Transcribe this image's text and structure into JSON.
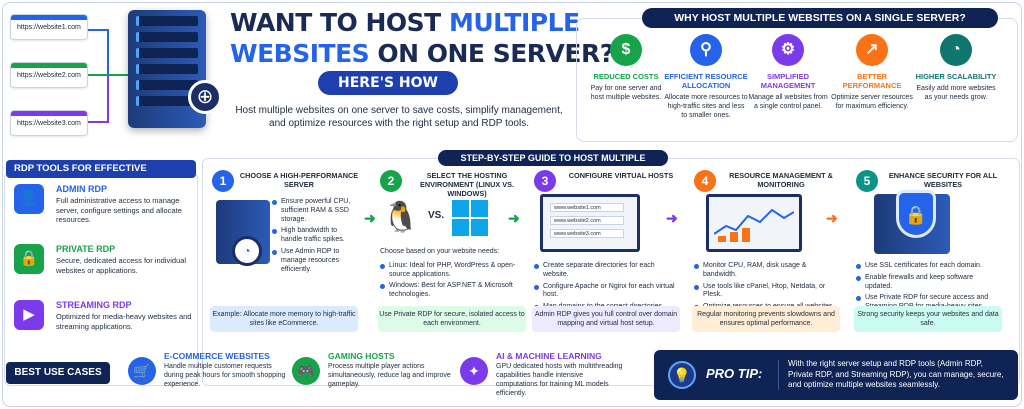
{
  "header": {
    "sites": [
      "https://website1.com",
      "https://website2.com",
      "https://website3.com"
    ],
    "title_line1_pre": "WANT TO HOST ",
    "title_line1_hl": "MULTIPLE",
    "title_line2_hl": "WEBSITES",
    "title_line2_post": " ON ONE SERVER?",
    "cta": "HERE'S HOW",
    "intro": "Host multiple websites on one server to save costs, simplify management, and optimize resources with the right setup and RDP tools."
  },
  "why": {
    "title": "WHY HOST MULTIPLE WEBSITES ON A SINGLE SERVER?",
    "items": [
      {
        "heading": "REDUCED COSTS",
        "text": "Pay for one server and host multiple websites.",
        "color": "#16a34a",
        "icon": "dollar-icon",
        "glyph": "$"
      },
      {
        "heading": "EFFICIENT RESOURCE ALLOCATION",
        "text": "Allocate more resources to high-traffic sites and less to smaller ones.",
        "color": "#2563eb",
        "icon": "network-icon",
        "glyph": "⚲"
      },
      {
        "heading": "SIMPLIFIED MANAGEMENT",
        "text": "Manage all websites from a single control panel.",
        "color": "#7c3aed",
        "icon": "gear-icon",
        "glyph": "⚙"
      },
      {
        "heading": "BETTER PERFORMANCE",
        "text": "Optimize server resources for maximum efficiency.",
        "color": "#f97316",
        "icon": "chart-up-icon",
        "glyph": "↗"
      },
      {
        "heading": "HIGHER SCALABILITY",
        "text": "Easily add more websites as your needs grow.",
        "color": "#0f766e",
        "icon": "gauge-icon",
        "glyph": "◔"
      }
    ]
  },
  "rdp": {
    "title": "RDP TOOLS FOR EFFECTIVE MANAGEMENT",
    "items": [
      {
        "heading": "ADMIN RDP",
        "text": "Full administrative access to manage server, configure settings and allocate resources.",
        "color": "#2563eb",
        "icon": "admin-user-icon",
        "glyph": "👤"
      },
      {
        "heading": "PRIVATE RDP",
        "text": "Secure, dedicated access for individual websites or applications.",
        "color": "#16a34a",
        "icon": "private-user-lock-icon",
        "glyph": "🔒"
      },
      {
        "heading": "STREAMING RDP",
        "text": "Optimized for media-heavy websites and streaming applications.",
        "color": "#7c3aed",
        "icon": "play-icon",
        "glyph": "▶"
      }
    ]
  },
  "steps": {
    "title": "STEP-BY-STEP GUIDE TO HOST MULTIPLE WEBSITES",
    "items": [
      {
        "num": "1",
        "title": "CHOOSE A HIGH-PERFORMANCE SERVER",
        "color": "#2563eb",
        "bullets": [
          "Ensure powerful CPU, sufficient RAM & SSD storage.",
          "High bandwidth to handle traffic spikes.",
          "Use Admin RDP to manage resources efficiently."
        ],
        "note": "Example: Allocate more memory to high-traffic sites like eCommerce.",
        "note_bg": "#dbeafe"
      },
      {
        "num": "2",
        "title": "SELECT THE HOSTING ENVIRONMENT (LINUX VS. WINDOWS)",
        "color": "#16a34a",
        "vs": "VS.",
        "lead": "Choose based on your website needs:",
        "bullets": [
          "Linux: Ideal for PHP, WordPress & open-source applications.",
          "Windows: Best for ASP.NET & Microsoft technologies."
        ],
        "note": "Use Private RDP for secure, isolated access to each environment.",
        "note_bg": "#dcfce7"
      },
      {
        "num": "3",
        "title": "CONFIGURE VIRTUAL HOSTS",
        "color": "#7c3aed",
        "sites": [
          "www.website1.com",
          "www.website2.com",
          "www.website3.com"
        ],
        "bullets": [
          "Create separate directories for each website.",
          "Configure Apache or Nginx for each virtual host.",
          "Map domains to the correct directories using DNS settings."
        ],
        "note": "Admin RDP gives you full control over domain mapping and virtual host setup.",
        "note_bg": "#ede9fe"
      },
      {
        "num": "4",
        "title": "RESOURCE MANAGEMENT & MONITORING",
        "color": "#f97316",
        "bullets": [
          "Monitor CPU, RAM, disk usage & bandwidth.",
          "Use tools like cPanel, Htop, Netdata, or Plesk.",
          "Optimize resources to ensure all websites run smoothly."
        ],
        "note": "Regular monitoring prevents slowdowns and ensures optimal performance.",
        "note_bg": "#ffedd5"
      },
      {
        "num": "5",
        "title": "ENHANCE SECURITY FOR ALL WEBSITES",
        "color": "#0d9488",
        "bullets": [
          "Use SSL certificates for each domain.",
          "Enable firewalls and keep software updated.",
          "Use Private RDP for secure access and Streaming RDP for media-heavy sites."
        ],
        "note": "Strong security keeps your websites and data safe.",
        "note_bg": "#ccfbf1"
      }
    ]
  },
  "use_cases": {
    "label": "BEST USE CASES",
    "items": [
      {
        "heading": "E-COMMERCE WEBSITES",
        "text": "Handle multiple customer requests during peak hours for smooth shopping experience.",
        "color": "#2563eb",
        "icon": "cart-icon",
        "glyph": "🛒"
      },
      {
        "heading": "GAMING HOSTS",
        "text": "Process multiple player actions simultaneously, reduce lag and improve gameplay.",
        "color": "#16a34a",
        "icon": "gamepad-icon",
        "glyph": "🎮"
      },
      {
        "heading": "AI & MACHINE LEARNING",
        "text": "GPU dedicated hosts with multithreading capabilities handle intensive computations for training ML models efficiently.",
        "color": "#7c3aed",
        "icon": "ai-brain-icon",
        "glyph": "✦"
      }
    ]
  },
  "pro_tip": {
    "label": "PRO TIP:",
    "text": "With the right server setup and RDP tools (Admin RDP, Private RDP, and Streaming RDP), you can manage, secure, and optimize multiple websites seamlessly."
  }
}
